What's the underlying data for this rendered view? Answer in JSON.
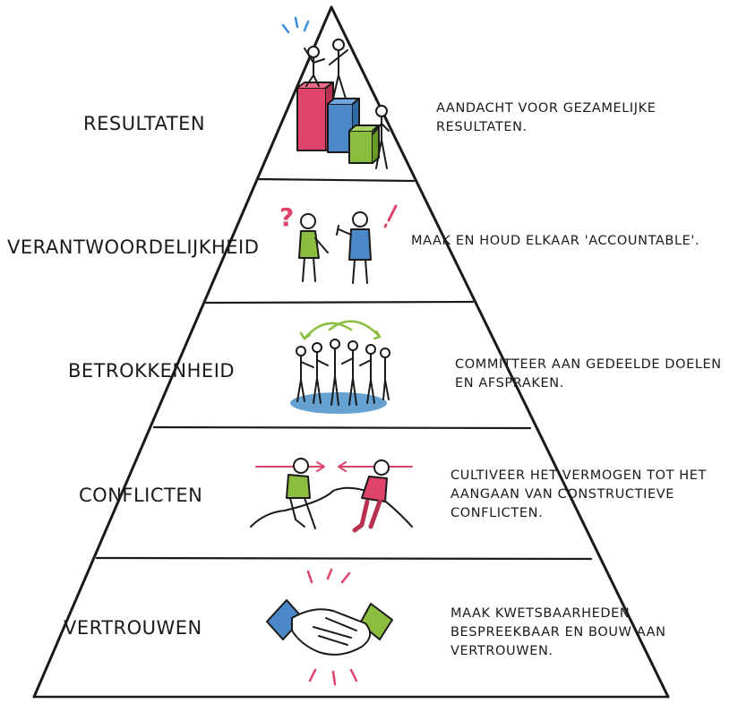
{
  "levels": [
    {
      "label": "RESULTATEN",
      "description": [
        "AANDACHT VOOR GEZAMELIJKE",
        "RESULTATEN."
      ],
      "icon": "podium-icon"
    },
    {
      "label": "VERANTWOORDELIJKHEID",
      "description": [
        "MAAK EN HOUD ELKAAR 'ACCOUNTABLE'."
      ],
      "icon": "discussion-icon"
    },
    {
      "label": "BETROKKENHEID",
      "description": [
        "COMMITTEER AAN GEDEELDE DOELEN",
        "EN AFSPRAKEN."
      ],
      "icon": "team-circle-icon"
    },
    {
      "label": "CONFLICTEN",
      "description": [
        "CULTIVEER HET VERMOGEN TOT HET",
        "AANGAAN VAN CONSTRUCTIEVE",
        "CONFLICTEN."
      ],
      "icon": "tug-of-war-icon"
    },
    {
      "label": "VERTROUWEN",
      "description": [
        "MAAK KWETSBAARHEDEN",
        "BESPREEKBAAR EN BOUW AAN",
        "VERTROUWEN."
      ],
      "icon": "handshake-icon"
    }
  ],
  "colors": {
    "outline": "#1a1a1a",
    "red": "#e0436a",
    "blue": "#4a88c8",
    "green": "#8bbd3e",
    "accent_pink": "#e0436a",
    "accent_blue": "#3a8fd8",
    "shadow": "#4a90c9"
  }
}
